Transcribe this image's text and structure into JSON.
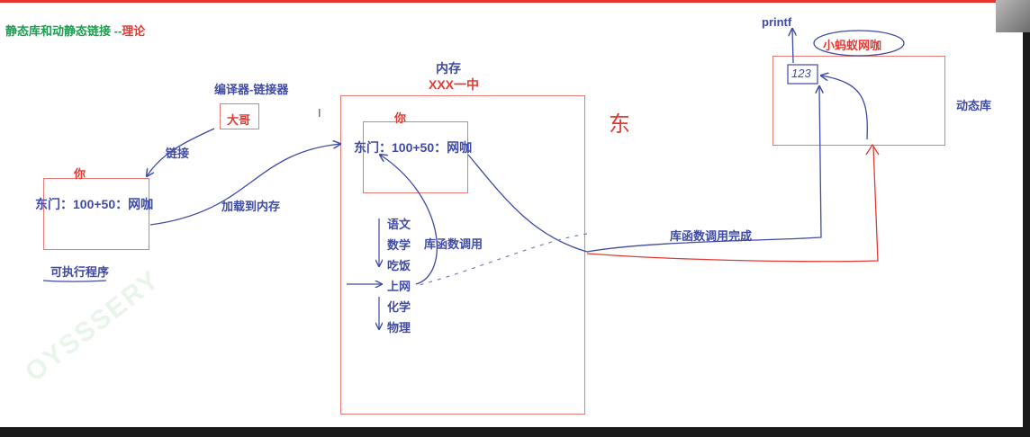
{
  "title": {
    "part1": "静态库和动静态链接",
    "sep": " --",
    "part2": "理论"
  },
  "labels": {
    "memory": "内存",
    "school": "XXX一中",
    "compiler": "编译器-链接器",
    "big_brother": "大哥",
    "link": "链接",
    "exe_you": "你",
    "exe_address": "东门：100+50：网咖",
    "exe_program": "可执行程序",
    "load": "加载到内存",
    "mem_you": "你",
    "mem_address": "东门：100+50：网咖",
    "lib_call": "库函数调用",
    "lib_done": "库函数调用完成",
    "printf": "printf",
    "ant_cafe": "小蚂蚁网咖",
    "slot": "123",
    "dynamic_lib": "动态库",
    "cursor": "I",
    "scribble": "东"
  },
  "schedule": [
    "语文",
    "数学",
    "吃饭",
    "上网",
    "化学",
    "物理"
  ],
  "watermark": "OYSSSERY",
  "colors": {
    "ink_blue": "#3f4aa5",
    "ink_red": "#e23a34",
    "box_border": "#e77a72",
    "green": "#1c9d50"
  }
}
